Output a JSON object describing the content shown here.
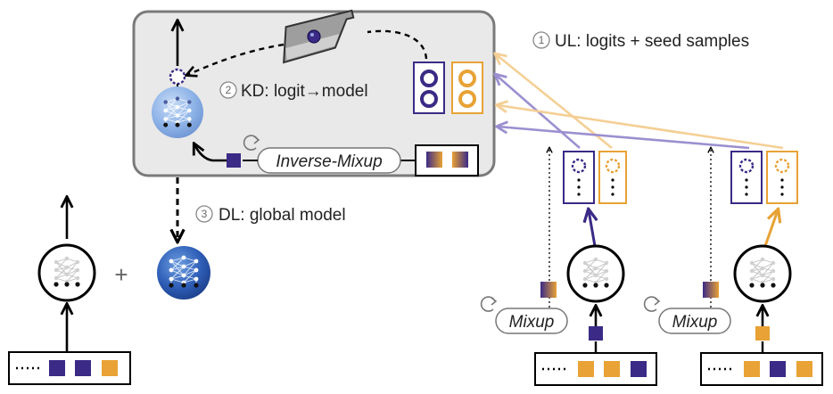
{
  "steps": {
    "ul": {
      "num": "1",
      "text": "UL: logits + seed samples"
    },
    "kd": {
      "num": "2",
      "text": "KD: logit→model"
    },
    "dl": {
      "num": "3",
      "text": "DL: global model"
    }
  },
  "labels": {
    "inverse_mixup": "Inverse-Mixup",
    "mixup": "Mixup",
    "plus": "+"
  },
  "colors": {
    "purple": "#3b2a86",
    "orange": "#e8a235",
    "light_purple": "#9c8fd0",
    "light_orange": "#f4cf95",
    "server_bg": "#e9e9e9",
    "server_border": "#7a7a7a"
  },
  "icons": [
    "flask-icon",
    "neural-network-icon",
    "refresh-icon"
  ]
}
